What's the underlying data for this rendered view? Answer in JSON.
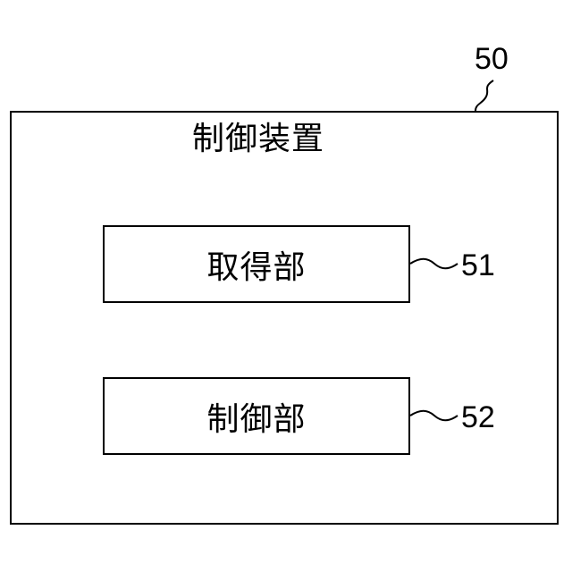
{
  "device": {
    "title": "制御装置",
    "ref": "50"
  },
  "units": [
    {
      "label": "取得部",
      "ref": "51"
    },
    {
      "label": "制御部",
      "ref": "52"
    }
  ]
}
